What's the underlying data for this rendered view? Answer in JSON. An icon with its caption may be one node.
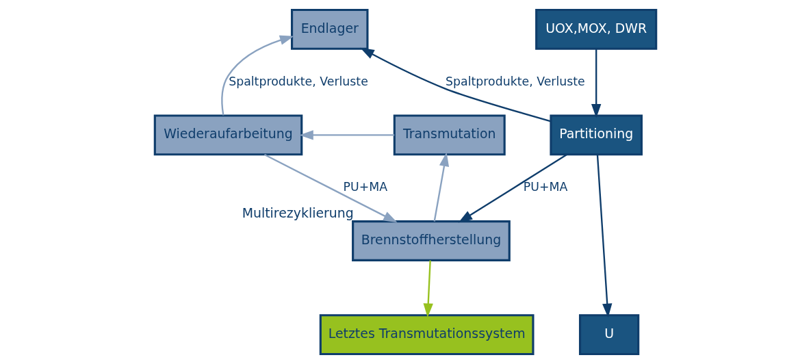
{
  "diagram": {
    "nodes": [
      {
        "text": [
          "Endlager"
        ]
      },
      {
        "text": [
          "UOX,MOX, DWR"
        ]
      },
      {
        "text": [
          "Wiederaufarbeitung"
        ]
      },
      {
        "text": [
          "Transmutation"
        ]
      },
      {
        "text": [
          "Partitioning"
        ]
      },
      {
        "text": [
          "Brennstoffherstellung"
        ],
        "beside": [
          "Multirezyklierung"
        ]
      },
      {
        "text": [
          "Letztes Transmutationssystem"
        ]
      },
      {
        "text": [
          "U"
        ]
      }
    ],
    "edges": [
      {
        "from": 2,
        "to": 0,
        "arrow": "to",
        "label": "Spaltprodukte, Verluste",
        "color": "#8aa2c0"
      },
      {
        "from": 4,
        "to": 0,
        "arrow": "to",
        "label": "Spaltprodukte, Verluste",
        "color": "#0f3d6b"
      },
      {
        "from": 1,
        "to": 4,
        "arrow": "to",
        "color": "#0f3d6b"
      },
      {
        "from": 3,
        "to": 2,
        "arrow": "to",
        "color": "#8aa2c0"
      },
      {
        "from": 2,
        "to": 5,
        "arrow": "to",
        "label": "PU+MA",
        "color": "#8aa2c0"
      },
      {
        "from": 5,
        "to": 3,
        "arrow": "to",
        "color": "#8aa2c0"
      },
      {
        "from": 5,
        "to": 6,
        "arrow": "to",
        "color": "#97c11f"
      },
      {
        "from": 4,
        "to": 5,
        "arrow": "to",
        "label": "PU+MA",
        "color": "#0f3d6b"
      },
      {
        "from": 4,
        "to": 7,
        "arrow": "to",
        "color": "#0f3d6b"
      }
    ]
  }
}
